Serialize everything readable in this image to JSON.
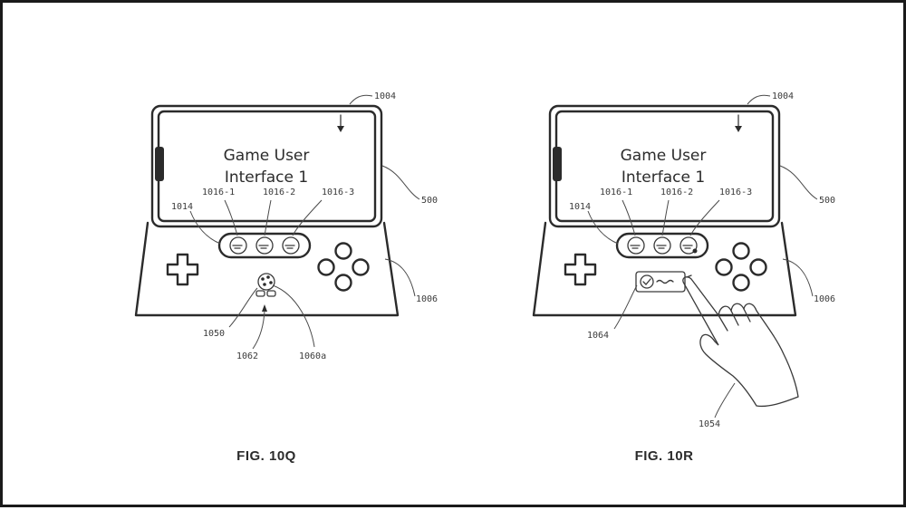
{
  "figures": [
    {
      "id": "10Q",
      "caption": "FIG. 10Q",
      "screen_text_line1": "Game User",
      "screen_text_line2": "Interface 1",
      "refs": {
        "device": "1004",
        "screen": "500",
        "controller": "1006",
        "slots_group": "1014",
        "slot1": "1016-1",
        "slot2": "1016-2",
        "slot3": "1016-3",
        "indicator": "1050",
        "pointer": "1062",
        "floating_icon": "1060a"
      }
    },
    {
      "id": "10R",
      "caption": "FIG. 10R",
      "screen_text_line1": "Game User",
      "screen_text_line2": "Interface 1",
      "refs": {
        "device": "1004",
        "screen": "500",
        "controller": "1006",
        "slots_group": "1014",
        "slot1": "1016-1",
        "slot2": "1016-2",
        "slot3": "1016-3",
        "popup": "1064",
        "hand": "1054"
      }
    }
  ]
}
